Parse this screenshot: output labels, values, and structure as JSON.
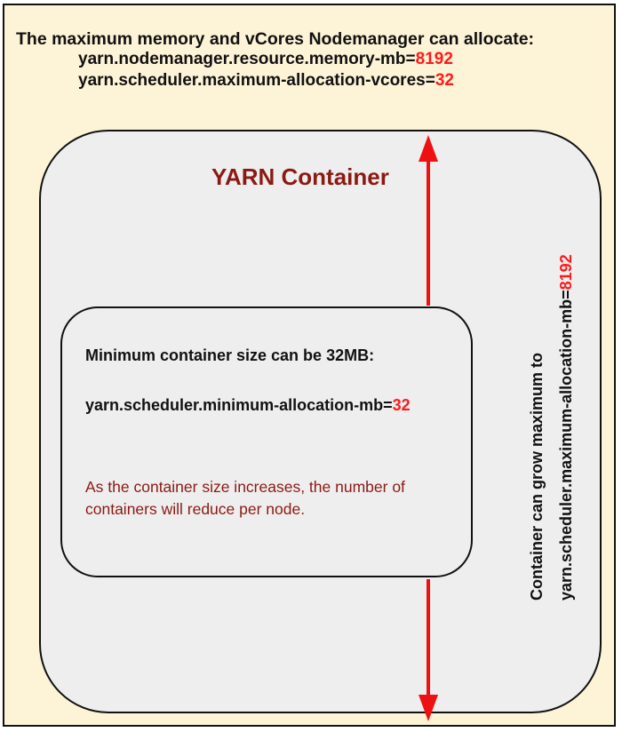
{
  "header": {
    "title": "The maximum memory and vCores Nodemanager can allocate:",
    "memory_param": "yarn.nodemanager.resource.memory-mb=",
    "memory_value": "8192",
    "vcores_param": "yarn.scheduler.maximum-allocation-vcores=",
    "vcores_value": "32"
  },
  "container": {
    "title": "YARN Container"
  },
  "min_box": {
    "heading": "Minimum container size can be 32MB:",
    "param": "yarn.scheduler.minimum-allocation-mb=",
    "value": "32",
    "note": "As the container size increases, the number of containers will reduce per node."
  },
  "side_label": {
    "line1": "Container can grow maximum to",
    "line2_param": "yarn.scheduler.maximum-allocation-mb=",
    "line2_value": "8192"
  },
  "colors": {
    "background": "#fdf3d7",
    "container_fill": "#eeeeee",
    "title_red": "#8b1a14",
    "value_red": "#ff1a1a",
    "arrow": "#ee1111"
  }
}
